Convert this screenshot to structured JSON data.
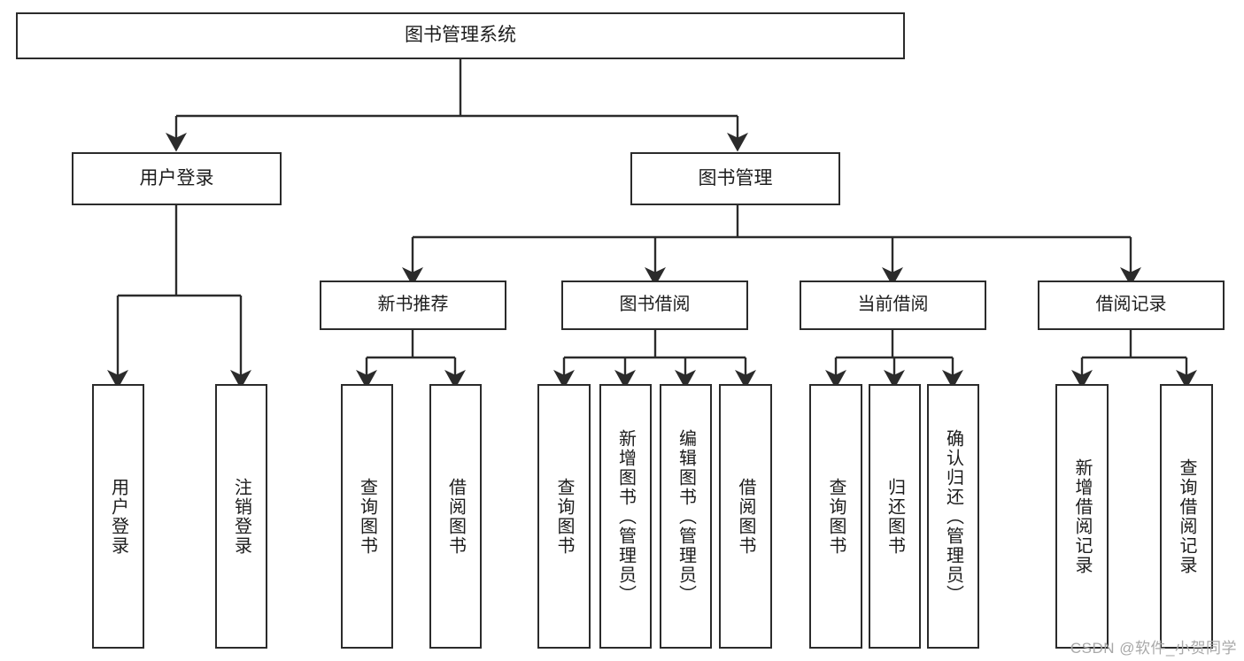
{
  "diagram": {
    "title": "图书管理系统",
    "type": "tree-hierarchy-diagram",
    "colors": {
      "box_border": "#2b2b2b",
      "box_fill": "#ffffff",
      "edge": "#2b2b2b",
      "text": "#1c1c1c",
      "watermark": "#a8a8a8",
      "background": "#ffffff"
    },
    "watermark": "CSDN @软件_小贺同学",
    "nodes": {
      "root": {
        "label": "图书管理系统"
      },
      "level1": [
        {
          "id": "user-login",
          "label": "用户登录"
        },
        {
          "id": "book-manage",
          "label": "图书管理"
        }
      ],
      "level2": [
        {
          "id": "new-book-recommend",
          "label": "新书推荐"
        },
        {
          "id": "book-borrow",
          "label": "图书借阅"
        },
        {
          "id": "current-borrow",
          "label": "当前借阅"
        },
        {
          "id": "borrow-record",
          "label": "借阅记录"
        }
      ],
      "leaves": {
        "user-login": [
          {
            "id": "leaf-user-login",
            "label": "用户登录"
          },
          {
            "id": "leaf-logout",
            "label": "注销登录"
          }
        ],
        "new-book-recommend": [
          {
            "id": "leaf-query-book-1",
            "label": "查询图书"
          },
          {
            "id": "leaf-borrow-book-1",
            "label": "借阅图书"
          }
        ],
        "book-borrow": [
          {
            "id": "leaf-query-book-2",
            "label": "查询图书"
          },
          {
            "id": "leaf-add-book",
            "label": "新增图书（管理员）"
          },
          {
            "id": "leaf-edit-book",
            "label": "编辑图书（管理员）"
          },
          {
            "id": "leaf-borrow-book-2",
            "label": "借阅图书"
          }
        ],
        "current-borrow": [
          {
            "id": "leaf-query-book-3",
            "label": "查询图书"
          },
          {
            "id": "leaf-return-book",
            "label": "归还图书"
          },
          {
            "id": "leaf-confirm-return",
            "label": "确认归还（管理员）"
          }
        ],
        "borrow-record": [
          {
            "id": "leaf-add-record",
            "label": "新增借阅记录"
          },
          {
            "id": "leaf-query-record",
            "label": "查询借阅记录"
          }
        ]
      }
    }
  }
}
